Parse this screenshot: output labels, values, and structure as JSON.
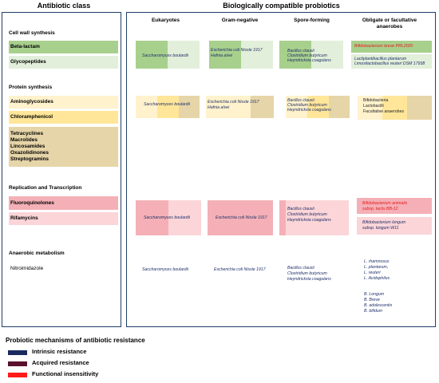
{
  "headers": {
    "left": "Antibiotic class",
    "right": "Biologically compatible probiotics"
  },
  "columns": [
    "Eukaryotes",
    "Gram-negative",
    "Spore-forming",
    "Obligate or facultative anaerobes"
  ],
  "sections": {
    "cell_wall": "Cell wall synthesis",
    "protein": "Protein synthesis",
    "replication": "Replication and Transcription",
    "anaerobic": "Anaerobic metabolism"
  },
  "classes": {
    "beta_lactam": "Beta-lactam",
    "glycopeptides": "Glycopeptides",
    "aminoglycosides": "Aminoglycosides",
    "chloramphenicol": "Chloramphenicol",
    "multi": [
      "Tetracyclines",
      "Macrolides",
      "Lincosamides",
      "Oxazolidinones",
      "Streptogramins"
    ],
    "fluoroquinolones": "Fluoroquinolones",
    "rifamycins": "Rifamycins",
    "nitroimidazole": "Nitroimidazole"
  },
  "cells": {
    "cw_euk": "Saccharomyces boulardii",
    "cw_gram": [
      "Escherichia coli Nissle 1917",
      "Hafnia alvei"
    ],
    "cw_spore": [
      "Bacillus clausii",
      "Clostridium butyricum",
      "Heyndrickxia coagulans"
    ],
    "cw_ana_red": "Bifidobacterium breve PRL2020",
    "cw_ana": [
      "Lactiplantibacillus plantarum",
      "Limosilactobacillus reuteri DSM 17938"
    ],
    "ps_euk": "Saccharomyces boulardii",
    "ps_gram": [
      "Escherichia coli Nissle 1917",
      "Hafnia alvei"
    ],
    "ps_spore": [
      "Bacillus clausii",
      "Clostridium butyricum",
      "Heyndrickxia coagulans"
    ],
    "ps_ana": [
      "Bifidobacteria",
      "Lactobacilli",
      "Facultative anaerobes"
    ],
    "rt_euk": "Saccharomyces boulardii",
    "rt_gram": "Escherichia coli Nissle 1917",
    "rt_spore": [
      "Bacillus clausii",
      "Clostridium butyricum",
      "Heyndrickxia coagulans"
    ],
    "rt_ana_red": [
      "Bifidobacterium animalis",
      "subsp. lactis BB-12"
    ],
    "rt_ana": [
      "Bifidobacterium longum",
      "subsp. longum W11"
    ],
    "an_euk": "Saccharomyces boulardii",
    "an_gram": "Escherichia coli Nissle 1917",
    "an_spore": [
      "Bacillus clausii",
      "Clostridium butyricum",
      "Heyndrickxia coagulans"
    ],
    "an_ana1": [
      "L. rhamnosus",
      "L. plantarum,",
      "L. reuteri",
      "L. Acidophilus"
    ],
    "an_ana2": [
      "B. Longum",
      "B. Breve",
      "B. adolescentis",
      "B. bifidum"
    ]
  },
  "legend": {
    "title": "Probiotic mechanisms of antibiotic resistance",
    "items": [
      {
        "label": "Intrinsic resistance",
        "color": "#1b2a5e"
      },
      {
        "label": "Acquired resistance",
        "color": "#5a0f2c"
      },
      {
        "label": "Functional insensitivity",
        "color": "#ff1a1a"
      }
    ]
  },
  "colors": {
    "frame": "#1f3f66",
    "green_dark": "#a8d08d",
    "green_light": "#e2efda",
    "yellow_light": "#fff2cc",
    "yellow_mid": "#ffe699",
    "tan": "#e6d5a8",
    "pink_dark": "#f4b0b6",
    "pink_light": "#fbd5d8"
  }
}
